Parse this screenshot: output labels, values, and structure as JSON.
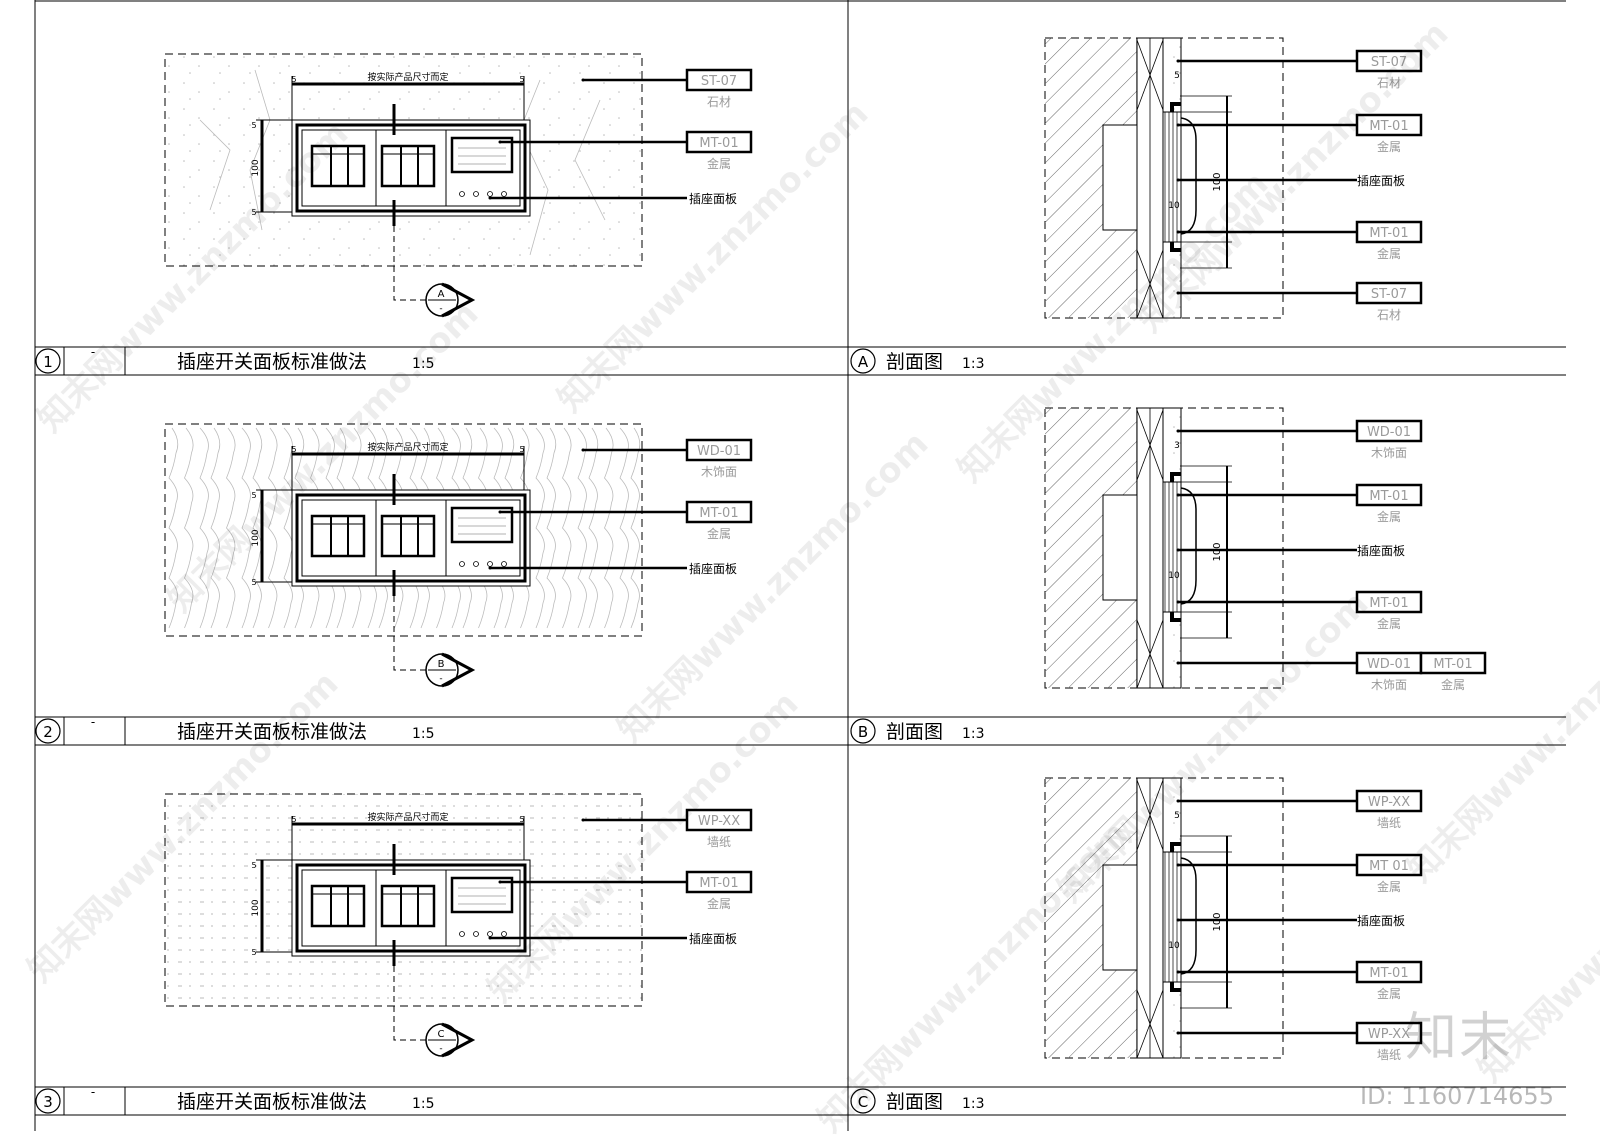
{
  "plan_panels": [
    {
      "number": "1",
      "dash": "-",
      "title": "插座开关面板标准做法",
      "scale": "1:5",
      "finish": "stone",
      "dim_top_note": "按实际产品尺寸而定",
      "dim_side": "100",
      "dim_small": "5",
      "section_marker": "A",
      "section_sub": "-",
      "callouts": [
        {
          "code": "ST-07",
          "material": "石材"
        },
        {
          "code": "MT-01",
          "material": "金属"
        },
        {
          "code": "",
          "material": "插座面板"
        }
      ]
    },
    {
      "number": "2",
      "dash": "-",
      "title": "插座开关面板标准做法",
      "scale": "1:5",
      "finish": "wood",
      "dim_top_note": "按实际产品尺寸而定",
      "dim_side": "100",
      "dim_small": "5",
      "section_marker": "B",
      "section_sub": "-",
      "callouts": [
        {
          "code": "WD-01",
          "material": "木饰面"
        },
        {
          "code": "MT-01",
          "material": "金属"
        },
        {
          "code": "",
          "material": "插座面板"
        }
      ]
    },
    {
      "number": "3",
      "dash": "-",
      "title": "插座开关面板标准做法",
      "scale": "1:5",
      "finish": "wallpaper",
      "dim_top_note": "按实际产品尺寸而定",
      "dim_side": "100",
      "dim_small": "5",
      "section_marker": "C",
      "section_sub": "-",
      "callouts": [
        {
          "code": "WP-XX",
          "material": "墙纸"
        },
        {
          "code": "MT-01",
          "material": "金属"
        },
        {
          "code": "",
          "material": "插座面板"
        }
      ]
    }
  ],
  "section_panels": [
    {
      "letter": "A",
      "title": "剖面图",
      "scale": "1:3",
      "dim_main": "100",
      "dim_small": "5",
      "dim_inner": "10",
      "callouts": [
        {
          "codes": [
            "ST-07"
          ],
          "materials": [
            "石材"
          ]
        },
        {
          "codes": [
            "MT-01"
          ],
          "materials": [
            "金属"
          ]
        },
        {
          "codes": [],
          "materials": [
            "插座面板"
          ]
        },
        {
          "codes": [
            "MT-01"
          ],
          "materials": [
            "金属"
          ]
        },
        {
          "codes": [
            "ST-07"
          ],
          "materials": [
            "石材"
          ]
        }
      ]
    },
    {
      "letter": "B",
      "title": "剖面图",
      "scale": "1:3",
      "dim_main": "100",
      "dim_small": "3",
      "dim_inner": "10",
      "callouts": [
        {
          "codes": [
            "WD-01"
          ],
          "materials": [
            "木饰面"
          ]
        },
        {
          "codes": [
            "MT-01"
          ],
          "materials": [
            "金属"
          ]
        },
        {
          "codes": [],
          "materials": [
            "插座面板"
          ]
        },
        {
          "codes": [
            "MT-01"
          ],
          "materials": [
            "金属"
          ]
        },
        {
          "codes": [
            "WD-01",
            "MT-01"
          ],
          "materials": [
            "木饰面",
            "金属"
          ]
        }
      ]
    },
    {
      "letter": "C",
      "title": "剖面图",
      "scale": "1:3",
      "dim_main": "100",
      "dim_small": "5",
      "dim_inner": "10",
      "callouts": [
        {
          "codes": [
            "WP-XX"
          ],
          "materials": [
            "墙纸"
          ]
        },
        {
          "codes": [
            "MT 01"
          ],
          "materials": [
            "金属"
          ]
        },
        {
          "codes": [],
          "materials": [
            "插座面板"
          ]
        },
        {
          "codes": [
            "MT-01"
          ],
          "materials": [
            "金属"
          ]
        },
        {
          "codes": [
            "WP-XX"
          ],
          "materials": [
            "墙纸"
          ]
        }
      ]
    }
  ],
  "watermark": {
    "text": "知末网www.znzmo.com",
    "logo": "知末",
    "id_label": "ID: 1160714655"
  },
  "colors": {
    "line": "#000000",
    "box_text": "#9a9a9a",
    "hatch": "#777777"
  }
}
